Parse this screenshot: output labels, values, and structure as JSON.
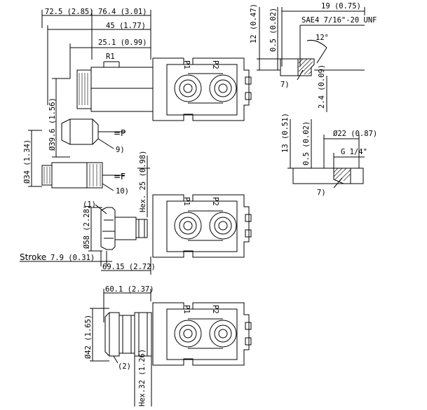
{
  "dimensions": {
    "d_72_5": "72.5 (2.85)",
    "d_76_4": "76.4 (3.01)",
    "d_45": "45 (1.77)",
    "d_25_1": "25.1 (0.99)",
    "d_r1": "R1",
    "d_39_6": "Ø39.6 (1.56)",
    "d_34": "Ø34 (1.34)",
    "d_hex25": "Hex. 25 (0.98)",
    "d_58": "Ø58 (2.28)",
    "d_stroke_val": "7.9 (0.31)",
    "d_69_15": "69.15 (2.72)",
    "d_60_1": "60.1 (2.37)",
    "d_42": "Ø42 (1.65)",
    "d_hex32": "Hex.32 (1.26)",
    "d_12": "12 (0.47)",
    "d_0_5a": "0.5 (0.02)",
    "d_19": "19 (0.75)",
    "d_sae": "SAE4 7/16\"-20 UNF",
    "d_12deg": "12°",
    "d_2_4": "2.4 (0.09)",
    "d_13": "13 (0.51)",
    "d_0_5b": "0.5 (0.02)",
    "d_22": "Ø22 (0.87)",
    "d_g14": "G 1/4\""
  },
  "labels": {
    "stroke": "Stroke",
    "eq_p": "=P",
    "eq_f": "=F",
    "n9": "9)",
    "n10": "10)",
    "n1": "(1)",
    "n2": "(2)",
    "n7a": "7)",
    "n7b": "7)",
    "p1_a": "P1",
    "p2_a": "P2",
    "p1_b": "P1",
    "p2_b": "P2",
    "p1_c": "P1",
    "p2_c": "P2"
  }
}
